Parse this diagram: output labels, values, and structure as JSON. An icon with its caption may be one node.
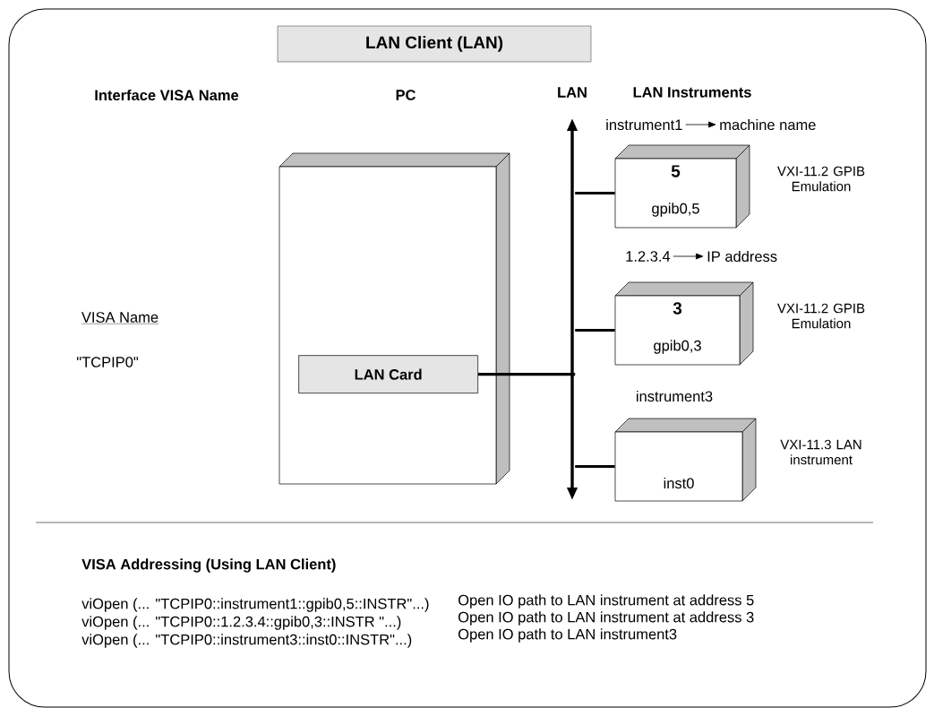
{
  "diagram": {
    "title": "LAN Client  (LAN)",
    "nodes": [
      {
        "text": [],
        "shape": "box"
      },
      {
        "text": [
          "LAN Card"
        ],
        "in": 0
      },
      {
        "text": [
          "LAN"
        ]
      },
      {
        "text": [
          "5",
          "gpib0,5"
        ],
        "beside": [
          "VXI-11.2 GPIB Emulation"
        ]
      },
      {
        "text": [
          "3",
          "gpib0,3"
        ],
        "beside": [
          "VXI-11.2 GPIB Emulation"
        ]
      },
      {
        "text": [
          "inst0"
        ],
        "beside": [
          "VXI-11.3 LAN instrument"
        ]
      },
      {
        "text": [
          "instrument1"
        ]
      },
      {
        "text": [
          "machine name"
        ]
      },
      {
        "text": [
          "1.2.3.4"
        ]
      },
      {
        "text": [
          "IP address"
        ]
      }
    ],
    "edges": [
      {
        "from": 1,
        "to": 2,
        "arrow": "none"
      },
      {
        "from": 2,
        "to": 3,
        "arrow": "none"
      },
      {
        "from": 2,
        "to": 4,
        "arrow": "none"
      },
      {
        "from": 2,
        "to": 5,
        "arrow": "none"
      },
      {
        "from": 6,
        "to": 7,
        "arrow": "to"
      },
      {
        "from": 8,
        "to": 9,
        "arrow": "to"
      }
    ],
    "labels": [
      "Interface VISA Name",
      "PC",
      "LAN Instruments",
      "VISA Name",
      "\"TCPIP0\"",
      "instrument3",
      "VISA Addressing (Using LAN Client)",
      "viOpen (... \"TCPIP0::instrument1::gpib0,5::INSTR\"...)",
      "Open IO path to LAN instrument at address 5",
      "viOpen (... \"TCPIP0::1.2.3.4::gpib0,3::INSTR \"...)",
      "Open IO path to LAN instrument at address 3",
      "viOpen (... \"TCPIP0::instrument3::inst0::INSTR\"...)",
      "Open IO path to LAN instrument3"
    ]
  }
}
